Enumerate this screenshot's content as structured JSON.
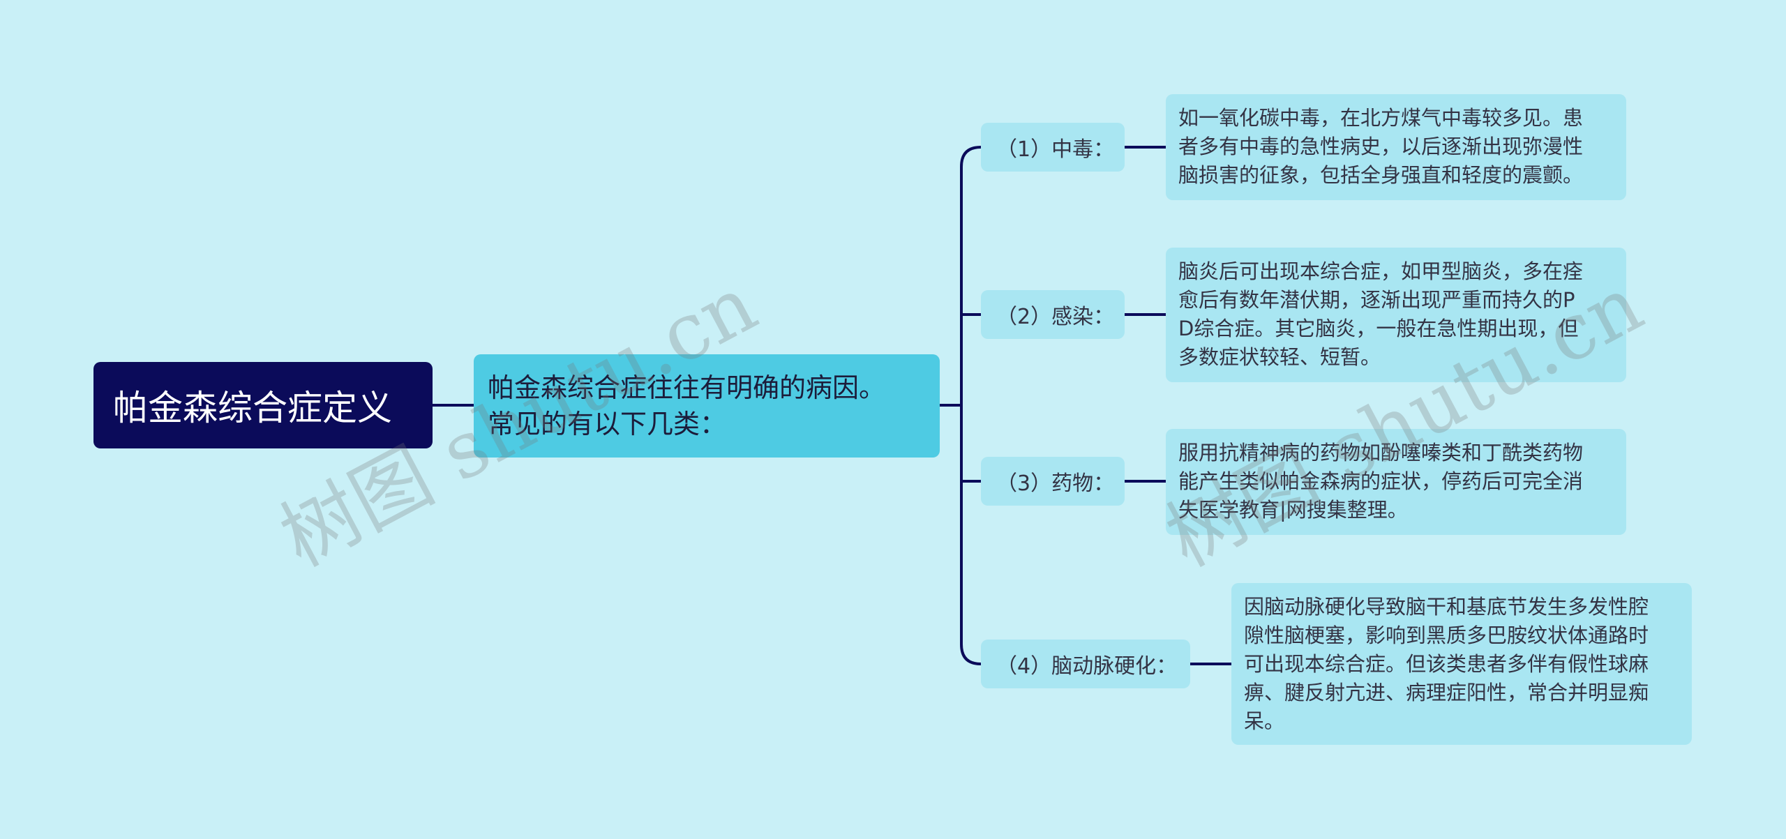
{
  "root": {
    "title": "帕金森综合症定义"
  },
  "main": {
    "lines": [
      "帕金森综合症往往有明确的病因。",
      "常见的有以下几类："
    ]
  },
  "branches": [
    {
      "label": "（1）中毒：",
      "detail": [
        "如一氧化碳中毒，在北方煤气中毒较多见。患",
        "者多有中毒的急性病史，以后逐渐出现弥漫性",
        "脑损害的征象，包括全身强直和轻度的震颤。"
      ]
    },
    {
      "label": "（2）感染：",
      "detail": [
        "脑炎后可出现本综合症，如甲型脑炎，多在痊",
        "愈后有数年潜伏期，逐渐出现严重而持久的P",
        "D综合症。其它脑炎，一般在急性期出现，但",
        "多数症状较轻、短暂。"
      ]
    },
    {
      "label": "（3）药物：",
      "detail": [
        "服用抗精神病的药物如酚噻嗪类和丁酰类药物",
        "能产生类似帕金森病的症状，停药后可完全消",
        "失医学教育|网搜集整理。"
      ]
    },
    {
      "label": "（4）脑动脉硬化：",
      "detail": [
        "因脑动脉硬化导致脑干和基底节发生多发性腔",
        "隙性脑梗塞，影响到黑质多巴胺纹状体通路时",
        "可出现本综合症。但该类患者多伴有假性球麻",
        "痹、腱反射亢进、病理症阳性，常合并明显痴",
        "呆。"
      ]
    }
  ],
  "watermarks": [
    "树图 shutu.cn",
    "树图 shutu.cn"
  ],
  "colors": {
    "background": "#c9f0f7",
    "root_fill": "#0b0b5a",
    "main_fill": "#4ecbe3",
    "branch_fill": "#a9e6f2",
    "connector": "#0b0b5a"
  }
}
